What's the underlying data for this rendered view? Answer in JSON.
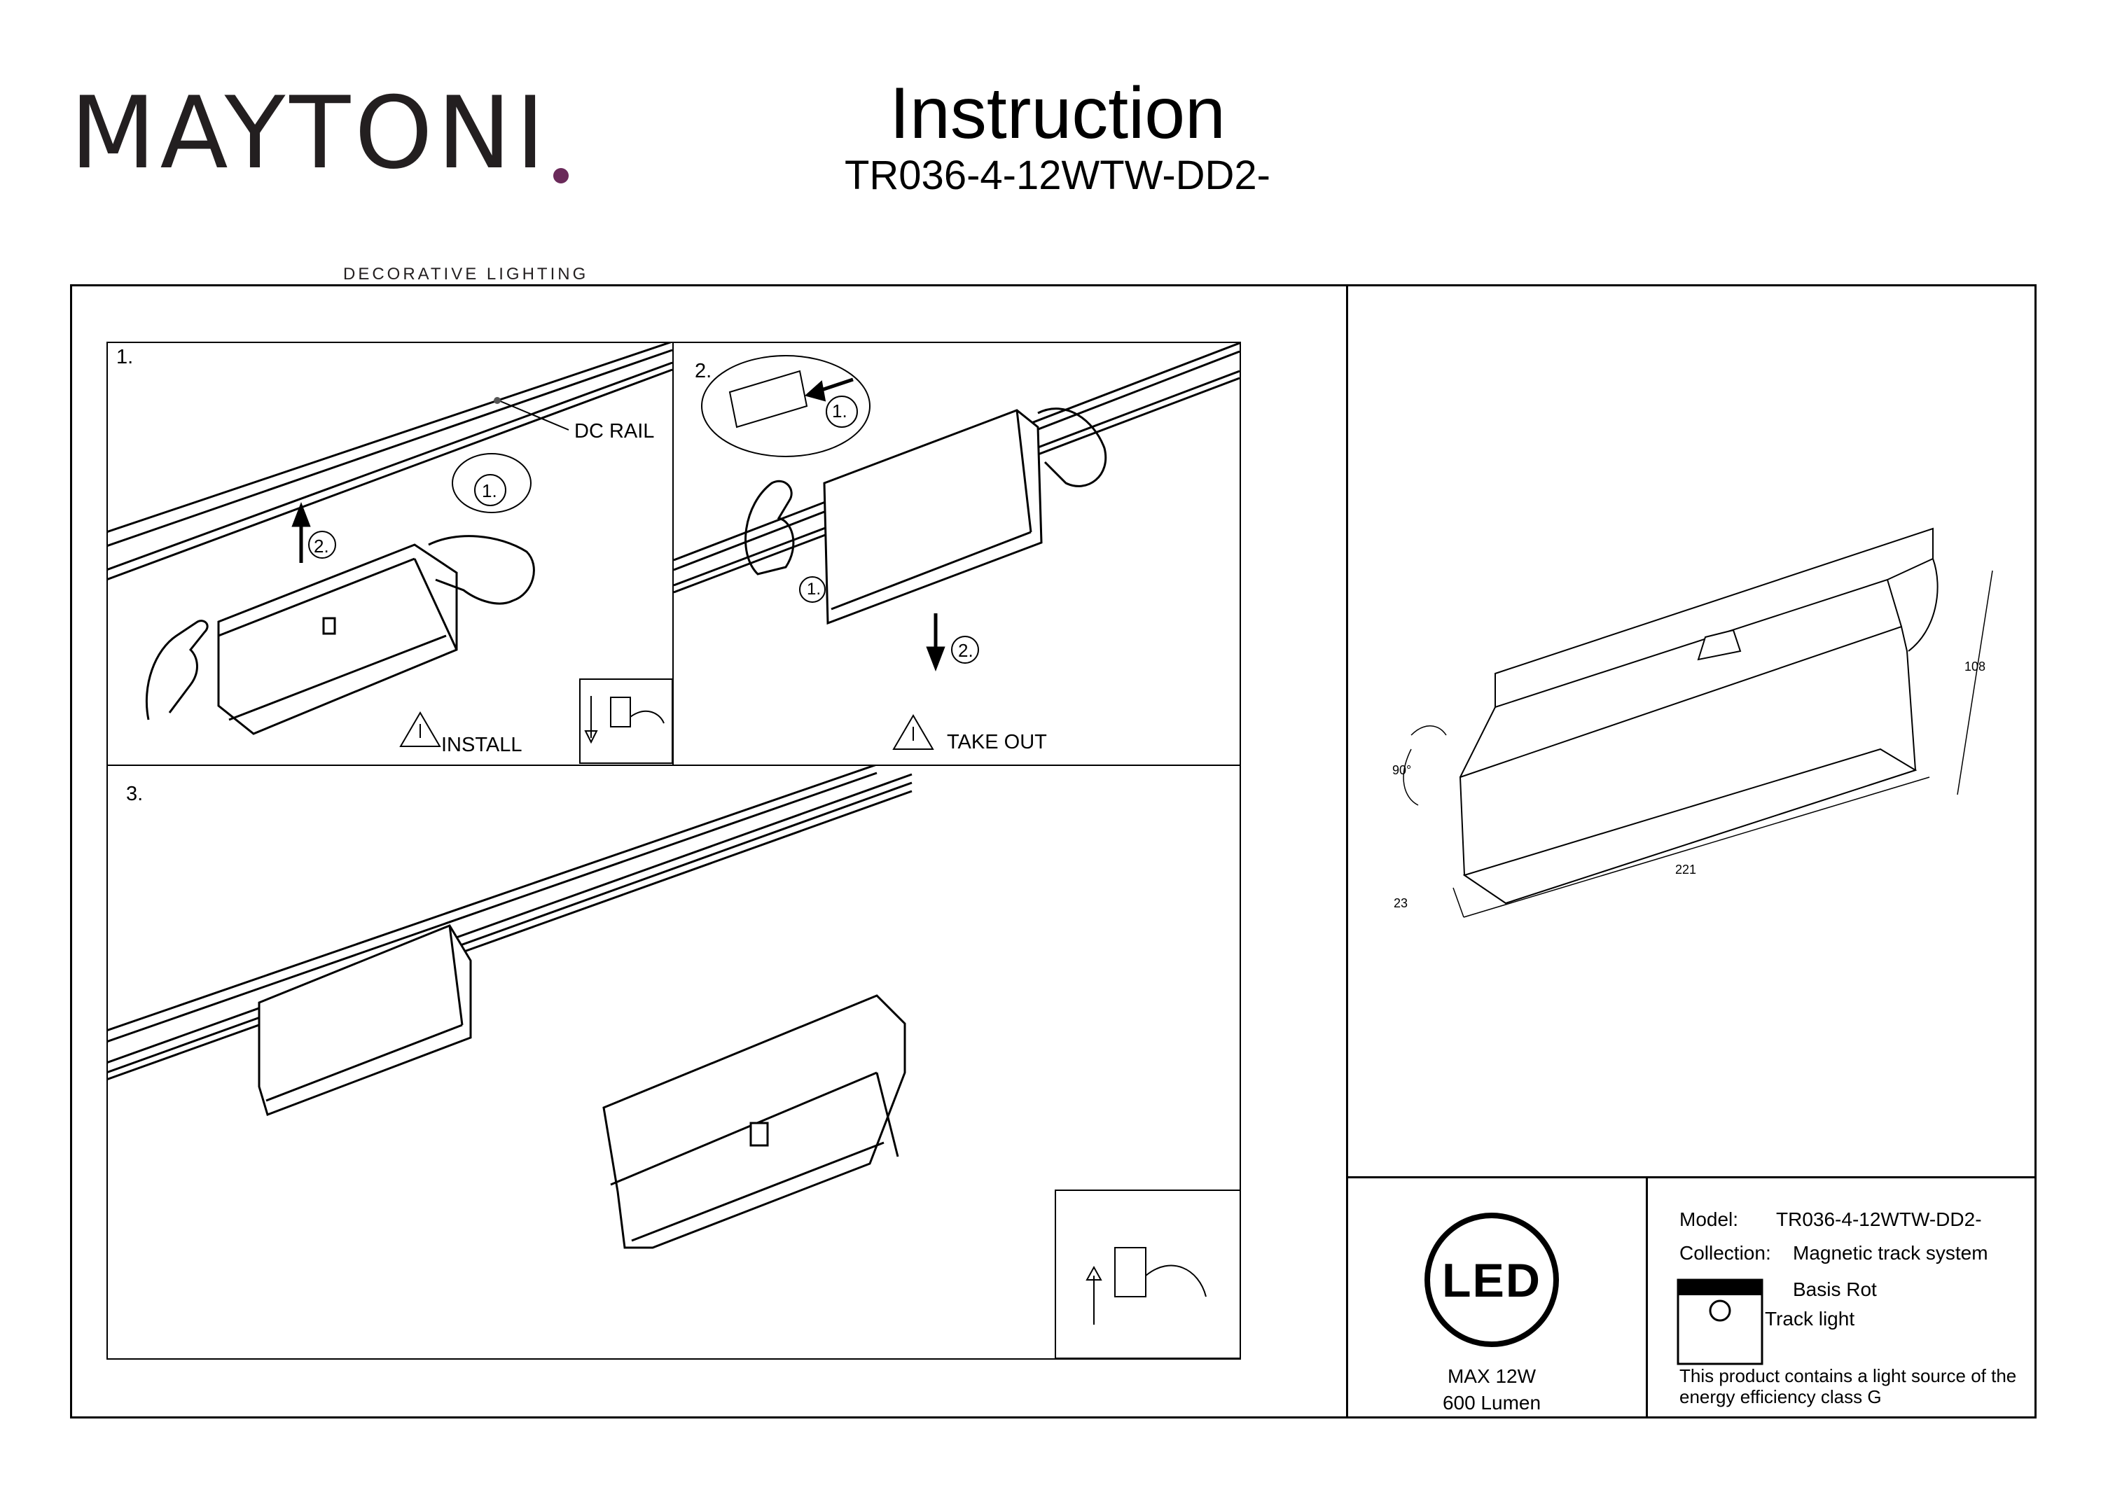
{
  "brand": {
    "name": "MAYTONI",
    "tagline": "DECORATIVE LIGHTING"
  },
  "header": {
    "title": "Instruction",
    "model_code": "TR036-4-12WTW-DD2-"
  },
  "steps": [
    {
      "number": "1.",
      "rail_label": "DC RAIL",
      "callout_1": "1.",
      "callout_2": "2.",
      "caption": "INSTALL"
    },
    {
      "number": "2.",
      "callout_1": "1.",
      "callout_1b": "1.",
      "callout_2": "2.",
      "caption": "TAKE OUT"
    },
    {
      "number": "3."
    }
  ],
  "dimensions": {
    "rotation": "90°",
    "height": "108",
    "length": "221",
    "width": "23"
  },
  "power": {
    "badge": "LED",
    "max": "MAX 12W",
    "lumen": "600 Lumen"
  },
  "specs": {
    "model_label": "Model:",
    "model_value": "TR036-4-12WTW-DD2-",
    "collection_label": "Collection:",
    "collection_value": "Magnetic track system",
    "series": "Basis Rot",
    "type": "Track light",
    "energy_line1": "This product contains a light source of the",
    "energy_line2": "energy efficiency class G"
  },
  "switch_icon": "power-switch-icon"
}
